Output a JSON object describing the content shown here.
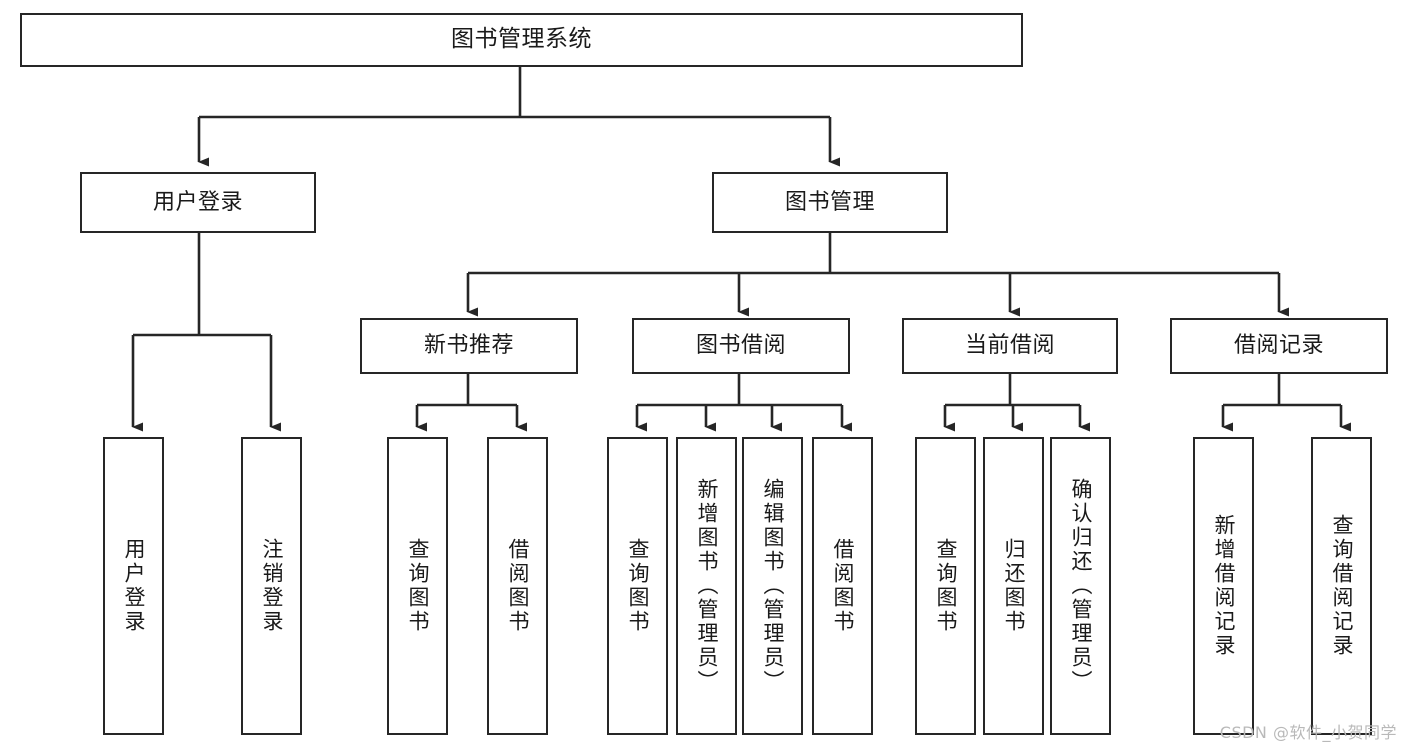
{
  "diagram": {
    "title": "图书管理系统",
    "watermark": "CSDN @软件_小贺同学",
    "stroke_color": "#262626",
    "background_color": "#ffffff",
    "text_color": "#1a1a1a",
    "levels": {
      "root": {
        "label": "图书管理系统"
      },
      "level2": [
        {
          "label": "用户登录"
        },
        {
          "label": "图书管理"
        }
      ],
      "level3": [
        {
          "label": "新书推荐"
        },
        {
          "label": "图书借阅"
        },
        {
          "label": "当前借阅"
        },
        {
          "label": "借阅记录"
        }
      ],
      "leaves": {
        "user_login": [
          {
            "label": "用户登录"
          },
          {
            "label": "注销登录"
          }
        ],
        "new_book_recommend": [
          {
            "label": "查询图书"
          },
          {
            "label": "借阅图书"
          }
        ],
        "book_borrow": [
          {
            "label": "查询图书"
          },
          {
            "label": "新增图书（管理员）"
          },
          {
            "label": "编辑图书（管理员）"
          },
          {
            "label": "借阅图书"
          }
        ],
        "current_borrow": [
          {
            "label": "查询图书"
          },
          {
            "label": "归还图书"
          },
          {
            "label": "确认归还（管理员）"
          }
        ],
        "borrow_record": [
          {
            "label": "新增借阅记录"
          },
          {
            "label": "查询借阅记录"
          }
        ]
      }
    }
  }
}
